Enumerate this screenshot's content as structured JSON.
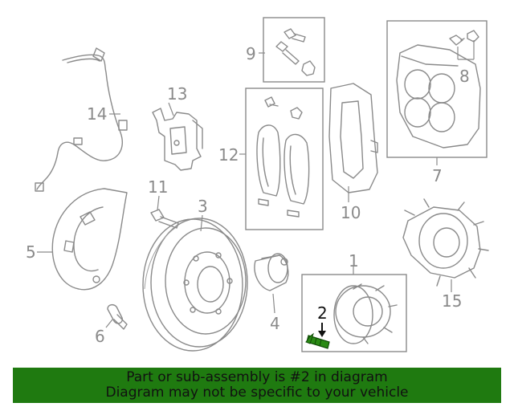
{
  "callouts": {
    "c1": "1",
    "c2": "2",
    "c3": "3",
    "c4": "4",
    "c5": "5",
    "c6": "6",
    "c7": "7",
    "c8": "8",
    "c9": "9",
    "c10": "10",
    "c11": "11",
    "c12": "12",
    "c13": "13",
    "c14": "14",
    "c15": "15"
  },
  "highlight": {
    "color": "#1f7a10"
  },
  "banner": {
    "line1": "Part or sub-assembly is #2 in diagram",
    "line2": "Diagram may not be specific to your vehicle"
  }
}
